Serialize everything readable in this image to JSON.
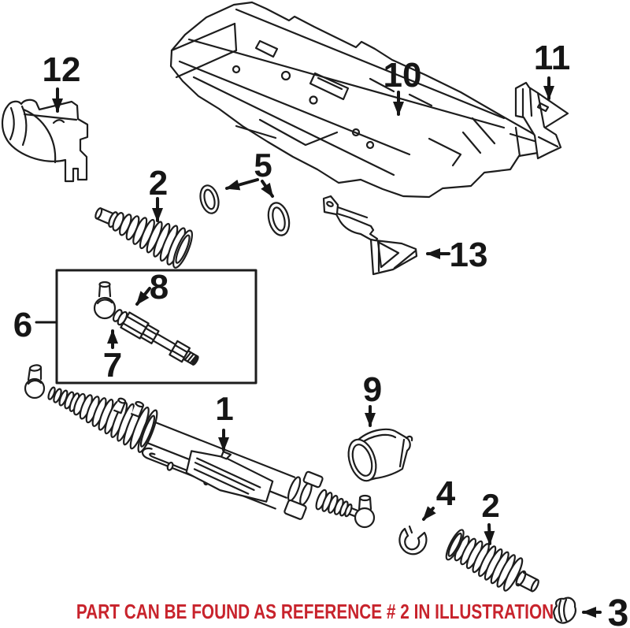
{
  "figure": {
    "background_color": "#ffffff",
    "line_color": "#1d1d1d",
    "caption": {
      "text": "PART CAN BE FOUND AS REFERENCE # 2 IN ILLUSTRATION",
      "color": "#C8232C"
    },
    "callouts": [
      {
        "label": "12"
      },
      {
        "label": "10"
      },
      {
        "label": "11"
      },
      {
        "label": "2"
      },
      {
        "label": "5"
      },
      {
        "label": "13"
      },
      {
        "label": "6"
      },
      {
        "label": "8"
      },
      {
        "label": "7"
      },
      {
        "label": "1"
      },
      {
        "label": "9"
      },
      {
        "label": "4"
      },
      {
        "label": "2"
      },
      {
        "label": "3"
      }
    ]
  }
}
